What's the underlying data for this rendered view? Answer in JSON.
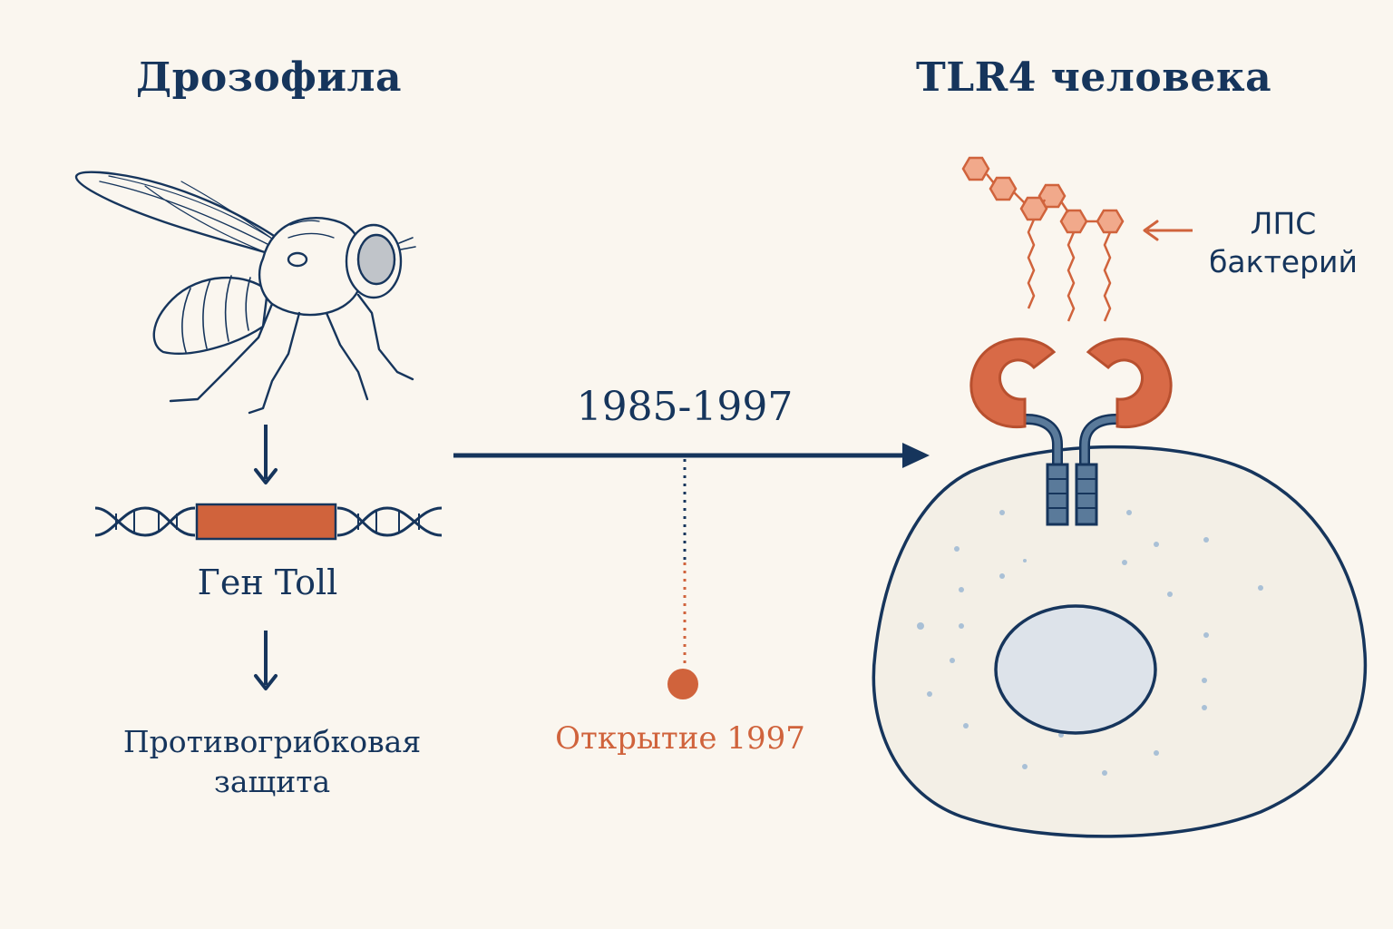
{
  "left_panel": {
    "title": "Дрозофила",
    "gene_label": "Ген Toll",
    "outcome_label": "Противогрибковая защита"
  },
  "right_panel": {
    "title": "TLR4 человека",
    "ligand_label": "ЛПС бактерий"
  },
  "timeline": {
    "period_label": "1985-1997",
    "milestone_label": "Открытие 1997"
  },
  "colors": {
    "navy": "#16355c",
    "orange": "#d0633c",
    "background": "#faf6ef",
    "cell_fill": "#f3efe6",
    "nucleus_fill": "#dde3ea"
  },
  "icons": [
    "fruit-fly-icon",
    "dna-helix-icon",
    "lps-molecule-icon",
    "tlr4-receptor-icon",
    "immune-cell-icon"
  ]
}
